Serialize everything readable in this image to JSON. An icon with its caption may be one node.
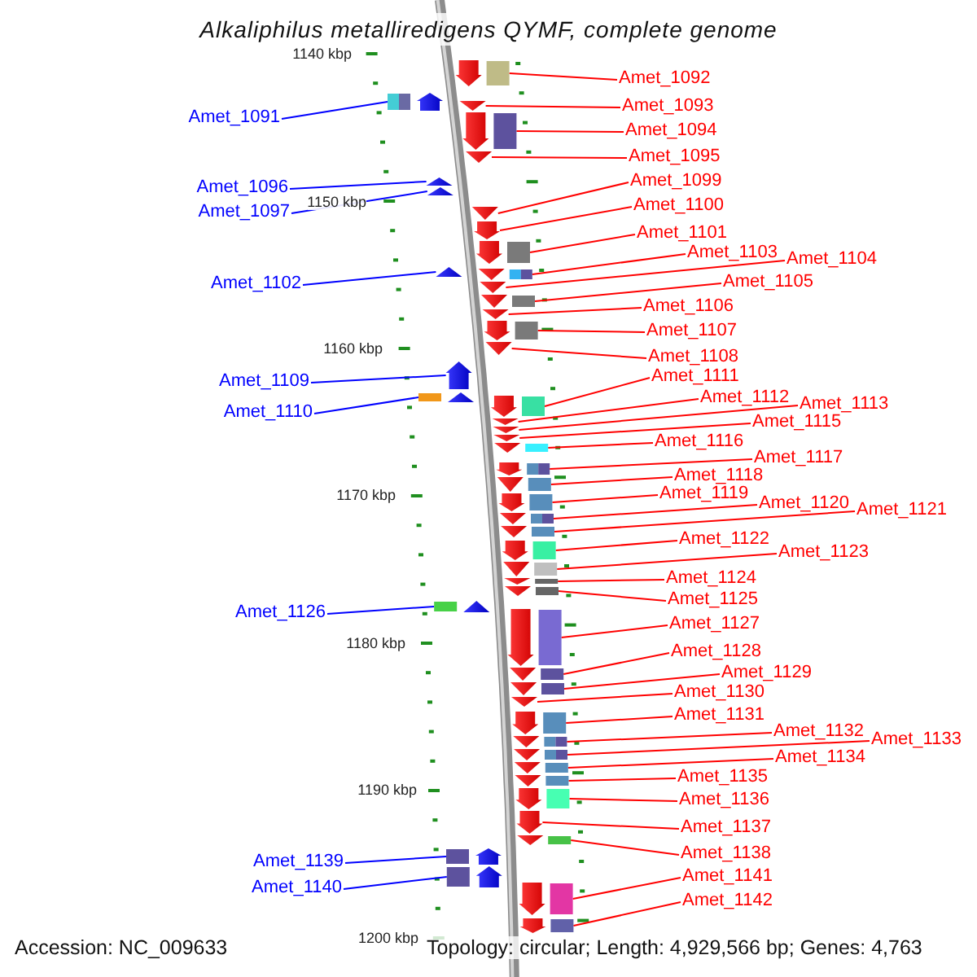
{
  "diagram": {
    "title": "Alkaliphilus metalliredigens QYMF, complete genome",
    "nodes": [
      {
        "text": [
          "Amet_1092"
        ]
      },
      {
        "text": [],
        "shape": "pentagon"
      },
      {
        "text": [
          "Amet_1093"
        ]
      },
      {
        "text": [],
        "shape": "triangle"
      },
      {
        "text": [
          "Amet_1091"
        ]
      },
      {
        "text": [],
        "shape": "pentagon"
      },
      {
        "text": [
          "Amet_1094"
        ]
      },
      {
        "text": [],
        "shape": "pentagon"
      },
      {
        "text": [
          "Amet_1095"
        ]
      },
      {
        "text": [],
        "shape": "triangle"
      },
      {
        "text": [
          "Amet_1099"
        ]
      },
      {
        "text": [],
        "shape": "triangle"
      },
      {
        "text": [
          "Amet_1096"
        ]
      },
      {
        "text": [],
        "shape": "triangle"
      },
      {
        "text": [
          "Amet_1100"
        ]
      },
      {
        "text": [],
        "shape": "pentagon"
      },
      {
        "text": [
          "Amet_1097"
        ]
      },
      {
        "text": [],
        "shape": "triangle"
      },
      {
        "text": [
          "Amet_1101"
        ]
      },
      {
        "text": [],
        "shape": "pentagon"
      },
      {
        "text": [
          "Amet_1103"
        ]
      },
      {
        "text": [],
        "shape": "triangle"
      },
      {
        "text": [
          "Amet_1104"
        ]
      },
      {
        "text": [],
        "shape": "triangle"
      },
      {
        "text": [
          "Amet_1105"
        ]
      },
      {
        "text": [],
        "shape": "triangle"
      },
      {
        "text": [
          "Amet_1102"
        ]
      },
      {
        "text": [],
        "shape": "triangle"
      },
      {
        "text": [
          "Amet_1106"
        ]
      },
      {
        "text": [],
        "shape": "triangle"
      },
      {
        "text": [
          "Amet_1107"
        ]
      },
      {
        "text": [],
        "shape": "pentagon"
      },
      {
        "text": [
          "Amet_1108"
        ]
      },
      {
        "text": [],
        "shape": "triangle"
      },
      {
        "text": [
          "Amet_1111"
        ]
      },
      {
        "text": [],
        "shape": "pentagon"
      },
      {
        "text": [
          "Amet_1109"
        ]
      },
      {
        "text": [],
        "shape": "pentagon"
      },
      {
        "text": [
          "Amet_1112"
        ]
      },
      {
        "text": [],
        "shape": "triangle"
      },
      {
        "text": [
          "Amet_1113"
        ]
      },
      {
        "text": [],
        "shape": "triangle"
      },
      {
        "text": [
          "Amet_1110"
        ]
      },
      {
        "text": [],
        "shape": "triangle"
      },
      {
        "text": [
          "Amet_1115"
        ]
      },
      {
        "text": [],
        "shape": "triangle"
      },
      {
        "text": [
          "Amet_1116"
        ]
      },
      {
        "text": [],
        "shape": "triangle"
      },
      {
        "text": [
          "Amet_1117"
        ]
      },
      {
        "text": [],
        "shape": "pentagon"
      },
      {
        "text": [
          "Amet_1118"
        ]
      },
      {
        "text": [],
        "shape": "triangle"
      },
      {
        "text": [
          "Amet_1119"
        ]
      },
      {
        "text": [],
        "shape": "pentagon"
      },
      {
        "text": [
          "Amet_1120"
        ]
      },
      {
        "text": [],
        "shape": "triangle"
      },
      {
        "text": [
          "Amet_1121"
        ]
      },
      {
        "text": [],
        "shape": "triangle"
      },
      {
        "text": [
          "Amet_1122"
        ]
      },
      {
        "text": [],
        "shape": "pentagon"
      },
      {
        "text": [
          "Amet_1123"
        ]
      },
      {
        "text": [],
        "shape": "triangle"
      },
      {
        "text": [
          "Amet_1124"
        ]
      },
      {
        "text": [],
        "shape": "triangle"
      },
      {
        "text": [
          "Amet_1125"
        ]
      },
      {
        "text": [],
        "shape": "triangle"
      },
      {
        "text": [
          "Amet_1126"
        ]
      },
      {
        "text": [],
        "shape": "triangle"
      },
      {
        "text": [
          "Amet_1127"
        ]
      },
      {
        "text": [],
        "shape": "pentagon"
      },
      {
        "text": [
          "Amet_1128"
        ]
      },
      {
        "text": [],
        "shape": "triangle"
      },
      {
        "text": [
          "Amet_1129"
        ]
      },
      {
        "text": [],
        "shape": "triangle"
      },
      {
        "text": [
          "Amet_1130"
        ]
      },
      {
        "text": [],
        "shape": "triangle"
      },
      {
        "text": [
          "Amet_1131"
        ]
      },
      {
        "text": [],
        "shape": "pentagon"
      },
      {
        "text": [
          "Amet_1132"
        ]
      },
      {
        "text": [],
        "shape": "triangle"
      },
      {
        "text": [
          "Amet_1133"
        ]
      },
      {
        "text": [],
        "shape": "triangle"
      },
      {
        "text": [
          "Amet_1134"
        ]
      },
      {
        "text": [],
        "shape": "triangle"
      },
      {
        "text": [
          "Amet_1135"
        ]
      },
      {
        "text": [],
        "shape": "triangle"
      },
      {
        "text": [
          "Amet_1136"
        ]
      },
      {
        "text": [],
        "shape": "pentagon"
      },
      {
        "text": [
          "Amet_1137"
        ]
      },
      {
        "text": [],
        "shape": "pentagon"
      },
      {
        "text": [
          "Amet_1138"
        ]
      },
      {
        "text": [],
        "shape": "triangle"
      },
      {
        "text": [
          "Amet_1139"
        ]
      },
      {
        "text": [],
        "shape": "pentagon"
      },
      {
        "text": [
          "Amet_1141"
        ]
      },
      {
        "text": [],
        "shape": "pentagon"
      },
      {
        "text": [
          "Amet_1140"
        ]
      },
      {
        "text": [],
        "shape": "pentagon"
      },
      {
        "text": [
          "Amet_1142"
        ]
      },
      {
        "text": [],
        "shape": "pentagon"
      }
    ],
    "edges": [
      {
        "from": 0,
        "to": 1,
        "arrow": "none"
      },
      {
        "from": 2,
        "to": 3,
        "arrow": "none"
      },
      {
        "from": 4,
        "to": 5,
        "arrow": "none",
        "color": "#0000ff"
      },
      {
        "from": 6,
        "to": 7,
        "arrow": "none"
      },
      {
        "from": 8,
        "to": 9,
        "arrow": "none"
      },
      {
        "from": 10,
        "to": 11,
        "arrow": "none"
      },
      {
        "from": 12,
        "to": 13,
        "arrow": "none",
        "color": "#0000ff"
      },
      {
        "from": 14,
        "to": 15,
        "arrow": "none"
      },
      {
        "from": 16,
        "to": 17,
        "arrow": "none",
        "color": "#0000ff"
      },
      {
        "from": 18,
        "to": 19,
        "arrow": "none"
      },
      {
        "from": 20,
        "to": 21,
        "arrow": "none"
      },
      {
        "from": 22,
        "to": 23,
        "arrow": "none"
      },
      {
        "from": 24,
        "to": 25,
        "arrow": "none"
      },
      {
        "from": 26,
        "to": 27,
        "arrow": "none",
        "color": "#0000ff"
      },
      {
        "from": 28,
        "to": 29,
        "arrow": "none"
      },
      {
        "from": 30,
        "to": 31,
        "arrow": "none"
      },
      {
        "from": 32,
        "to": 33,
        "arrow": "none"
      },
      {
        "from": 34,
        "to": 35,
        "arrow": "none"
      },
      {
        "from": 36,
        "to": 37,
        "arrow": "none",
        "color": "#0000ff"
      },
      {
        "from": 38,
        "to": 39,
        "arrow": "none"
      },
      {
        "from": 40,
        "to": 41,
        "arrow": "none"
      },
      {
        "from": 42,
        "to": 43,
        "arrow": "none",
        "color": "#0000ff"
      },
      {
        "from": 44,
        "to": 45,
        "arrow": "none"
      },
      {
        "from": 46,
        "to": 47,
        "arrow": "none"
      },
      {
        "from": 48,
        "to": 49,
        "arrow": "none"
      },
      {
        "from": 50,
        "to": 51,
        "arrow": "none"
      },
      {
        "from": 52,
        "to": 53,
        "arrow": "none"
      },
      {
        "from": 54,
        "to": 55,
        "arrow": "none"
      },
      {
        "from": 56,
        "to": 57,
        "arrow": "none"
      },
      {
        "from": 58,
        "to": 59,
        "arrow": "none"
      },
      {
        "from": 60,
        "to": 61,
        "arrow": "none"
      },
      {
        "from": 62,
        "to": 63,
        "arrow": "none"
      },
      {
        "from": 64,
        "to": 65,
        "arrow": "none"
      },
      {
        "from": 66,
        "to": 67,
        "arrow": "none",
        "color": "#0000ff"
      },
      {
        "from": 68,
        "to": 69,
        "arrow": "none"
      },
      {
        "from": 70,
        "to": 71,
        "arrow": "none"
      },
      {
        "from": 72,
        "to": 73,
        "arrow": "none"
      },
      {
        "from": 74,
        "to": 75,
        "arrow": "none"
      },
      {
        "from": 76,
        "to": 77,
        "arrow": "none"
      },
      {
        "from": 78,
        "to": 79,
        "arrow": "none"
      },
      {
        "from": 80,
        "to": 81,
        "arrow": "none"
      },
      {
        "from": 82,
        "to": 83,
        "arrow": "none"
      },
      {
        "from": 84,
        "to": 85,
        "arrow": "none"
      },
      {
        "from": 86,
        "to": 87,
        "arrow": "none"
      },
      {
        "from": 88,
        "to": 89,
        "arrow": "none"
      },
      {
        "from": 90,
        "to": 91,
        "arrow": "none"
      },
      {
        "from": 92,
        "to": 93,
        "arrow": "none",
        "color": "#0000ff"
      },
      {
        "from": 94,
        "to": 95,
        "arrow": "none"
      },
      {
        "from": 96,
        "to": 97,
        "arrow": "none",
        "color": "#0000ff"
      },
      {
        "from": 98,
        "to": 99,
        "arrow": "none"
      }
    ],
    "labels": [
      "1140 kbp",
      "1150 kbp",
      "1160 kbp",
      "1170 kbp",
      "1180 kbp",
      "1190 kbp",
      "1200 kbp",
      "Accession: NC_009633",
      "Topology: circular; Length: 4,929,566 bp; Genes: 4,763"
    ]
  }
}
